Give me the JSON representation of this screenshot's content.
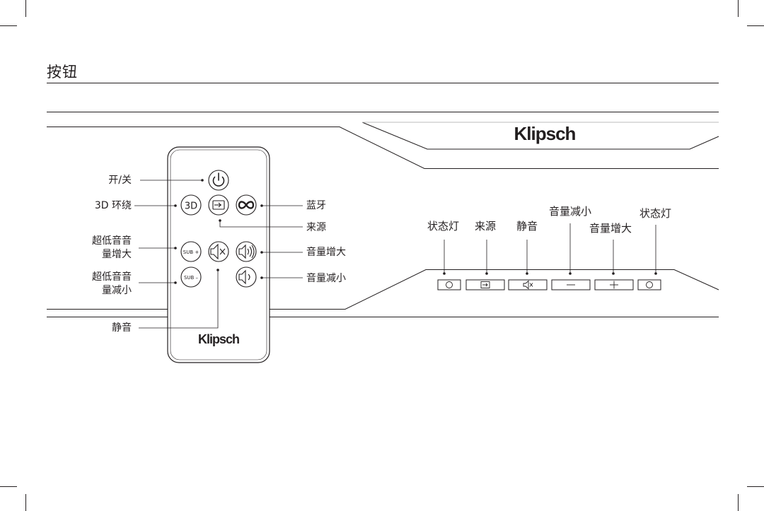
{
  "title": "按钮",
  "brand": "Klipsch",
  "remote": {
    "power": "开/关",
    "surround_3d": "3D 环绕",
    "bluetooth": "蓝牙",
    "source": "来源",
    "sub_up_line1": "超低音音",
    "sub_up_line2": "量增大",
    "sub_down_line1": "超低音音",
    "sub_down_line2": "量减小",
    "vol_up": "音量增大",
    "vol_down": "音量减小",
    "mute": "静音",
    "btn_3d": "3D",
    "btn_sub_plus": "SUB +",
    "btn_sub_minus": "SUB –"
  },
  "panel": {
    "status_left": "状态灯",
    "source": "来源",
    "mute": "静音",
    "vol_down": "音量减小",
    "vol_up": "音量增大",
    "status_right": "状态灯"
  }
}
